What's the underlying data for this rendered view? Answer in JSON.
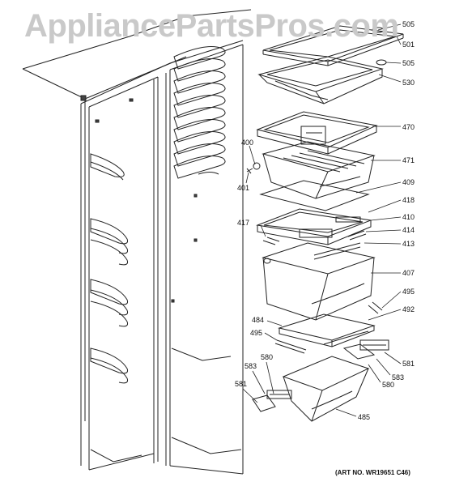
{
  "watermark": "AppliancePartsPros.com",
  "art_number": "(ART NO. WR19651 C46)",
  "callouts": {
    "c505a": "505",
    "c501": "501",
    "c505b": "505",
    "c530": "530",
    "c470": "470",
    "c400": "400",
    "c401": "401",
    "c471": "471",
    "c409": "409",
    "c418": "418",
    "c410": "410",
    "c417": "417",
    "c414": "414",
    "c413": "413",
    "c407": "407",
    "c495a": "495",
    "c484": "484",
    "c492": "492",
    "c495b": "495",
    "c580a": "580",
    "c581a": "581",
    "c583a": "583",
    "c583b": "583",
    "c581b": "581",
    "c580b": "580",
    "c485": "485"
  }
}
